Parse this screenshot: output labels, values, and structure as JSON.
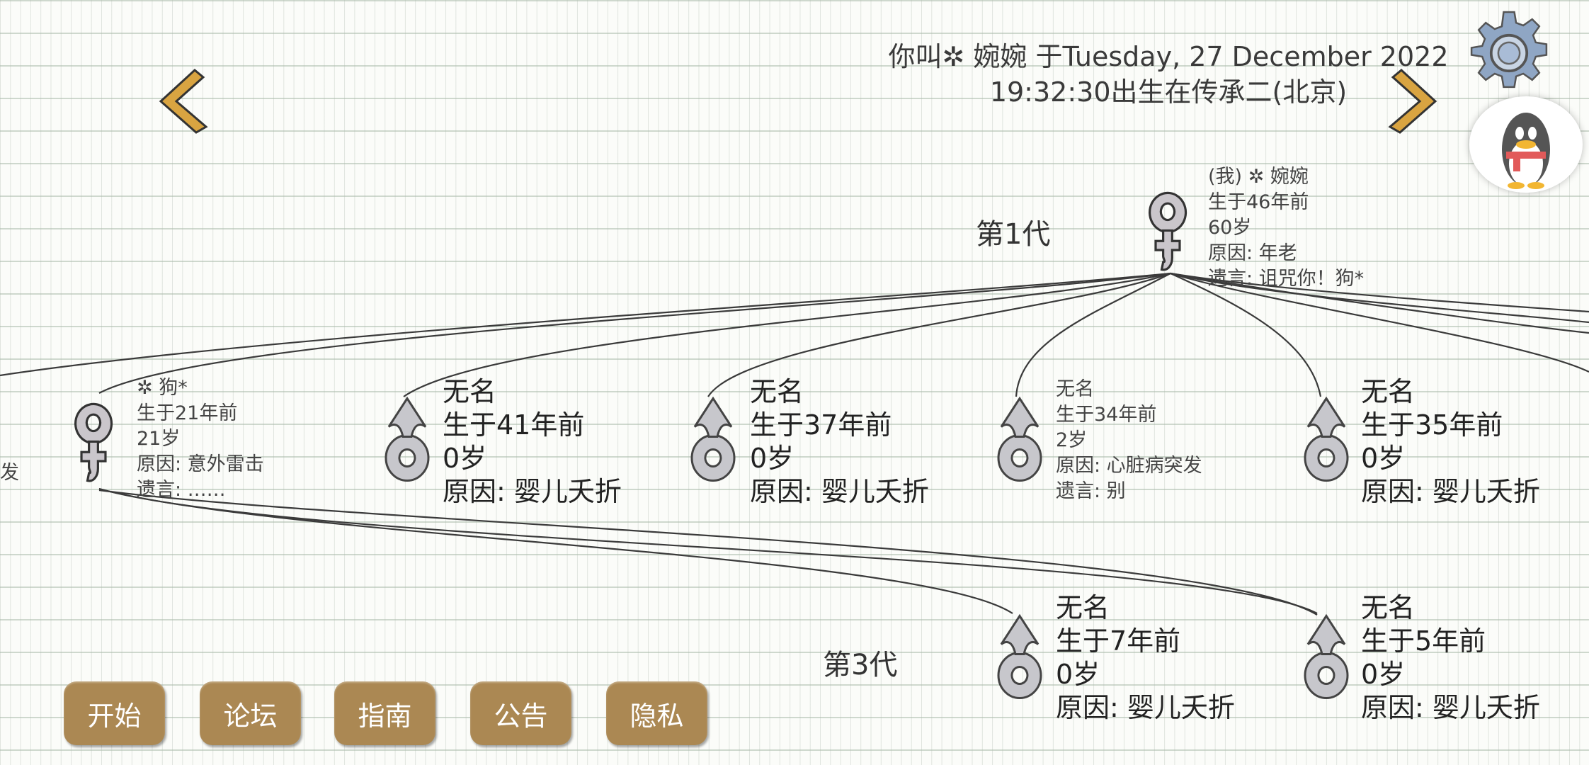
{
  "header": {
    "line1": "你叫✲ 婉婉 于Tuesday, 27 December 2022",
    "line2": "19:32:30出生在传承二(北京)"
  },
  "generations": {
    "gen1": "第1代",
    "gen3": "第3代"
  },
  "cut_off_text": "发",
  "root": {
    "name": "(我) ✲ 婉婉",
    "born": "生于46年前",
    "age": "60岁",
    "cause": "原因:  年老",
    "will": "遗言:  诅咒你！狗*",
    "sex": "female"
  },
  "gen2": [
    {
      "name": "✲ 狗*",
      "born": "生于21年前",
      "age": "21岁",
      "cause": "原因:  意外雷击",
      "will": "遗言:  ……",
      "sex": "female"
    },
    {
      "name": "无名",
      "born": "生于41年前",
      "age": "0岁",
      "cause": "原因:  婴儿夭折",
      "sex": "male"
    },
    {
      "name": "无名",
      "born": "生于37年前",
      "age": "0岁",
      "cause": "原因:  婴儿夭折",
      "sex": "male"
    },
    {
      "name": "无名",
      "born": "生于34年前",
      "age": "2岁",
      "cause": "原因:  心脏病突发",
      "will": "遗言:  别",
      "sex": "male"
    },
    {
      "name": "无名",
      "born": "生于35年前",
      "age": "0岁",
      "cause": "原因:  婴儿夭折",
      "sex": "male"
    }
  ],
  "gen3": [
    {
      "name": "无名",
      "born": "生于7年前",
      "age": "0岁",
      "cause": "原因:  婴儿夭折",
      "sex": "male"
    },
    {
      "name": "无名",
      "born": "生于5年前",
      "age": "0岁",
      "cause": "原因:  婴儿夭折",
      "sex": "male"
    }
  ],
  "buttons": [
    "开始",
    "论坛",
    "指南",
    "公告",
    "隐私"
  ],
  "colors": {
    "button": "#ab8853",
    "arrow": "#d9a441",
    "symbol": "#c9c7cb"
  }
}
